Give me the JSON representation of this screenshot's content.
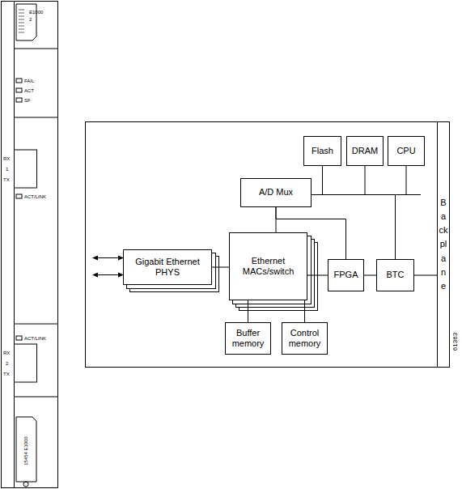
{
  "diagram": {
    "nodes": [
      {
        "text": [
          "Flash"
        ]
      },
      {
        "text": [
          "DRAM"
        ]
      },
      {
        "text": [
          "CPU"
        ]
      },
      {
        "text": [
          "A/D Mux"
        ]
      },
      {
        "text": [
          "Gigabit Ethernet PHYS"
        ]
      },
      {
        "text": [
          "Ethernet MACs/switch"
        ]
      },
      {
        "text": [
          "FPGA"
        ]
      },
      {
        "text": [
          "BTC"
        ]
      },
      {
        "text": [
          "Buffer memory"
        ]
      },
      {
        "text": [
          "Control memory"
        ]
      },
      {
        "text": [
          "Backplane"
        ]
      }
    ],
    "edges": [
      {
        "from": 0,
        "to": 3,
        "arrow": "none"
      },
      {
        "from": 1,
        "to": 3,
        "arrow": "none"
      },
      {
        "from": 2,
        "to": 3,
        "arrow": "none"
      },
      {
        "from": 7,
        "to": 3,
        "arrow": "none"
      },
      {
        "from": 3,
        "to": 5,
        "arrow": "none"
      },
      {
        "from": 3,
        "to": 6,
        "arrow": "none"
      },
      {
        "from": 4,
        "to": 5,
        "arrow": "none"
      },
      {
        "from": 5,
        "to": 6,
        "arrow": "none"
      },
      {
        "from": 6,
        "to": 7,
        "arrow": "none"
      },
      {
        "from": 7,
        "to": 10,
        "arrow": "none"
      },
      {
        "from": 5,
        "to": 8,
        "arrow": "none"
      },
      {
        "from": 5,
        "to": 9,
        "arrow": "none"
      }
    ],
    "labels": [
      "E1000",
      "2",
      "FAIL",
      "ACT",
      "SF",
      "RX",
      "1",
      "TX",
      "ACT/LINK",
      "ACT/LINK",
      "RX",
      "2",
      "TX",
      "15454 E1000",
      "61363"
    ]
  }
}
